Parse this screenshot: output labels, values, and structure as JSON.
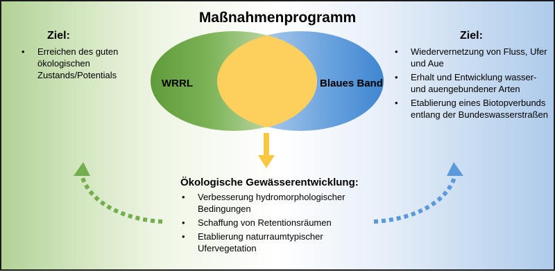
{
  "title": "Maßnahmenprogramm",
  "venn": {
    "left_label": "WRRL",
    "right_label": "Blaues Band",
    "colors": {
      "green": "#6aa343",
      "blue": "#4c8fd6",
      "overlap": "#fdd05e",
      "arrow_down": "#f8c842",
      "arrow_left": "#74ad4e",
      "arrow_right": "#5b9ad9"
    }
  },
  "left_goal": {
    "heading": "Ziel:",
    "bullets": [
      "Erreichen des guten ökologischen Zustands/Potentials"
    ]
  },
  "right_goal": {
    "heading": "Ziel:",
    "bullets": [
      "Wiedervernetzung von Fluss, Ufer und Aue",
      "Erhalt und Entwicklung wasser- und auengebundener Arten",
      "Etablierung eines Biotopverbunds entlang der Bundeswasserstraßen"
    ]
  },
  "development": {
    "heading": "Ökologische Gewässerentwicklung:",
    "bullets": [
      "Verbesserung hydromorphologischer Bedingungen",
      "Schaffung von Retentionsräumen",
      "Etablierung naturraumtypischer Ufervegetation"
    ]
  },
  "bullet_char": "•"
}
